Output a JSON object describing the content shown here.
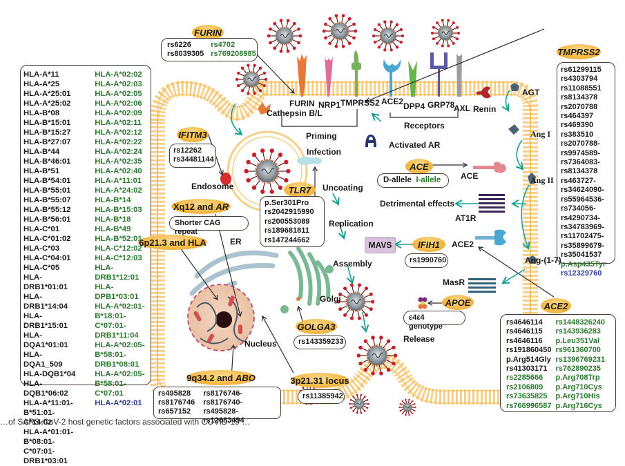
{
  "title": "SARS-CoV-2 host genetic factors along the viral life cycle",
  "receptors": {
    "furin": "FURIN",
    "nrp1": "NRP1",
    "tmprss2": "TMPRSS2",
    "ace2": "ACE2",
    "dpp4": "DPP4",
    "grp78": "GRP78",
    "axl": "AXL",
    "cathepsin": "Cathepsin B/L",
    "receptors_label": "Receptors",
    "priming_label": "Priming",
    "activated_ar": "Activated AR"
  },
  "lifecycle": {
    "infection": "Infection",
    "uncoating": "Uncoating",
    "replication": "Replication",
    "assembly": "Assembly",
    "release": "Release",
    "endosome": "Endosome",
    "er": "ER",
    "golgi": "Golgi",
    "nucleus": "Nucleus"
  },
  "ras": {
    "agt": "AGT",
    "renin": "Renin",
    "ang1": "Ang I",
    "ang2": "Ang II",
    "ang17": "Ang-(1-7)",
    "ace": "ACE",
    "at1r": "AT1R",
    "ace2": "ACE2",
    "masr": "MasR",
    "detrimental": "Detrimental effects",
    "mavs": "MAVS"
  },
  "genes": {
    "furin": {
      "name": "FURIN",
      "black": [
        "rs6226",
        "rs8039305"
      ],
      "green": [
        "rs4702",
        "rs769208985"
      ]
    },
    "tmprss2": {
      "name": "TMPRSS2",
      "black": [
        "rs61299115",
        "rs4303794",
        "rs11088551",
        "rs8134378",
        "rs2070788",
        "rs464397",
        "rs469390",
        "rs383510",
        "rs2070788-",
        "rs9974589-",
        "rs7364083-",
        "rs8134378",
        "rs463727-",
        "rs34624090-",
        "rs55964536-",
        "rs734056-",
        "rs4290734-",
        "rs34783969-",
        "rs11702475-",
        "rs35899679-",
        "rs35041537"
      ],
      "green": [
        "p.Asp435Tyr"
      ],
      "blue": [
        "rs12329760"
      ]
    },
    "ifitm3": {
      "name": "IFITM3",
      "black": [
        "rs12262",
        "rs34481144"
      ]
    },
    "tlr7": {
      "name": "TLR7",
      "black": [
        "p.Ser301Pro",
        "rs2042915990",
        "rs200553089",
        "rs189681811",
        "rs147244662"
      ]
    },
    "ace": {
      "name": "ACE",
      "black": [
        "D-allele"
      ],
      "green": [
        "I-allele"
      ]
    },
    "ifih1": {
      "name": "IFIH1",
      "green": [
        "rs1990760"
      ]
    },
    "xq12": {
      "name_prefix": "Xq12 and ",
      "name_gene": "AR",
      "black": [
        "Shorter CAG repeat"
      ]
    },
    "hla6p": {
      "name": "6p21.3 and HLA"
    },
    "apoe": {
      "name": "APOE",
      "black": [
        "ε4ε4 genotype"
      ]
    },
    "golga3": {
      "name": "GOLGA3",
      "black": [
        "rs143359233"
      ]
    },
    "abo": {
      "name_prefix": "9q34.2 and ",
      "name_gene": "ABO",
      "col1": [
        "rs495828",
        "rs8176746",
        "rs657152"
      ],
      "col2": [
        "rs8176746-rs8176740-",
        "rs495828-rs12683494"
      ]
    },
    "locus3p": {
      "name": "3p21.31 locus",
      "black": [
        "rs11385942"
      ]
    },
    "ace2": {
      "name": "ACE2",
      "col1_black": [
        "rs4646114",
        "rs4646115",
        "rs4646116",
        "rs191860450",
        "p.Arg514Gly",
        "rs41303171"
      ],
      "col1_green": [
        "rs2285666",
        "rs2106809",
        "rs73635825",
        "rs766996587"
      ],
      "col2_green": [
        "rs1448326240",
        "rs143936283",
        "p.Leu351Val",
        "rs961360700",
        "rs1396769231",
        "rs762890235",
        "p.Arg708Trp",
        "p.Arg710Cys",
        "p.Arg710His",
        "p.Arg716Cys"
      ]
    },
    "hla": {
      "col1_black": [
        "HLA-A*11",
        "HLA-A*25",
        "HLA-A*25:01",
        "HLA-A*25:02",
        "HLA-B*08",
        "HLA-B*15:01",
        "HLA-B*15:27",
        "HLA-B*27:07",
        "HLA-B*44",
        "HLA-B*46:01",
        "HLA-B*51",
        "HLA-B*54:01",
        "HLA-B*55:01",
        "HLA-B*55:07",
        "HLA-B*55:12",
        "HLA-B*56:01",
        "HLA-C*01",
        "HLA-C*01:02",
        "HLA-C*03",
        "HLA-C*04:01",
        "HLA-C*05",
        "HLA-DRB1*01:01",
        "HLA-DRB1*14:04",
        "HLA-DRB1*15:01",
        "HLA-DQA1*01:01",
        "HLA-DQA1_509",
        "HLA-DQB1*04",
        "HLA-DQB1*06:02",
        "HLA-A*11:01-",
        "B*51:01-C*14:02",
        "HLA-A*01:01-",
        "B*08:01-C*07:01-",
        "DRB1*03:01"
      ],
      "col2_green": [
        "HLA-A*02:02",
        "HLA-A*02:03",
        "HLA-A*02:05",
        "HLA-A*02:06",
        "HLA-A*02:09",
        "HLA-A*02:11",
        "HLA-A*02:12",
        "HLA-A*02:22",
        "HLA-A*02:24",
        "HLA-A*02:35",
        "HLA-A*02:40",
        "HLA-A*11:01",
        "HLA-A*24:02",
        "HLA-B*14",
        "HLA-B*15:03",
        "HLA-B*18",
        "HLA-B*49",
        "HLA-B*52:01",
        "HLA-C*12:02",
        "HLA-C*12:03",
        "HLA-DRB1*12:01",
        "HLA-DPB1*03:01",
        "HLA-A*02:01-",
        "B*18:01-C*07:01-",
        "DRB1*11:04",
        "HLA-A*02:05-",
        "B*58:01-",
        "DRB1*08:01",
        "HLA-A*02:05-",
        "B*58:01-C*07:01"
      ],
      "col2_blue": [
        "HLA-A*02:01"
      ]
    }
  },
  "colors": {
    "membrane": "#f3b84e",
    "arrow_teal": "#1a9e93",
    "green_text": "#2a7a2e",
    "blue_text": "#2d3d91",
    "pill": "#f5bb4a"
  },
  "caption_partial": "…of SARS-CoV-2 host genetic factors associated with COVID-19 …"
}
